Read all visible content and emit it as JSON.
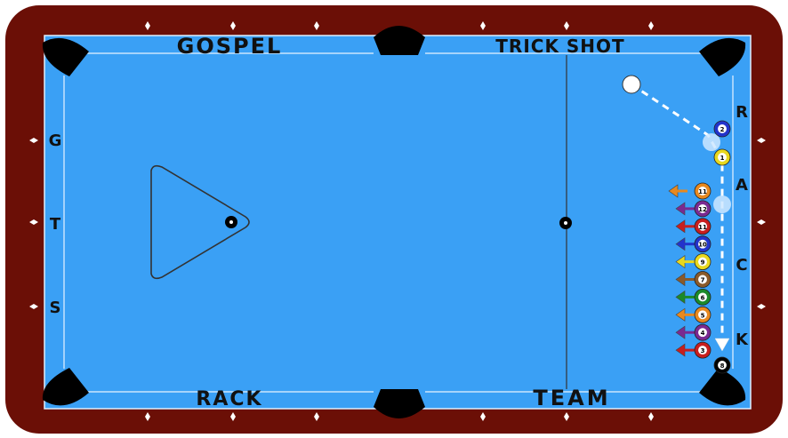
{
  "rail_text": {
    "top_left": "GOSPEL",
    "top_right": "TRICK SHOT",
    "bottom_left": "RACK",
    "bottom_right": "TEAM"
  },
  "left_letters": [
    "G",
    "T",
    "S"
  ],
  "right_letters": [
    "R",
    "A",
    "C",
    "K"
  ],
  "colors": {
    "rail": "#6b0f06",
    "cloth": "#3aa0f5",
    "cushion": "#3a95e6",
    "pocket": "#000000",
    "line": "#333333"
  },
  "balls_column": [
    {
      "label": "11",
      "color": "#e8891f"
    },
    {
      "label": "12",
      "color": "#7a2a91"
    },
    {
      "label": "11",
      "color": "#c81e1e"
    },
    {
      "label": "10",
      "color": "#2233cc"
    },
    {
      "label": "9",
      "color": "#e8d81f"
    },
    {
      "label": "7",
      "color": "#8a5a2a"
    },
    {
      "label": "6",
      "color": "#1b8a2a"
    },
    {
      "label": "5",
      "color": "#e8891f"
    },
    {
      "label": "4",
      "color": "#7a2a91"
    },
    {
      "label": "3",
      "color": "#c81e1e"
    }
  ],
  "path_balls": [
    {
      "label": "2",
      "color": "#2233cc"
    },
    {
      "label": "1",
      "color": "#e8d81f"
    },
    {
      "label": "8",
      "color": "#000000"
    }
  ],
  "icons": [
    "cue-ball-icon",
    "path-arrow-icon",
    "diamond-sight-icon",
    "pocket-icon"
  ]
}
